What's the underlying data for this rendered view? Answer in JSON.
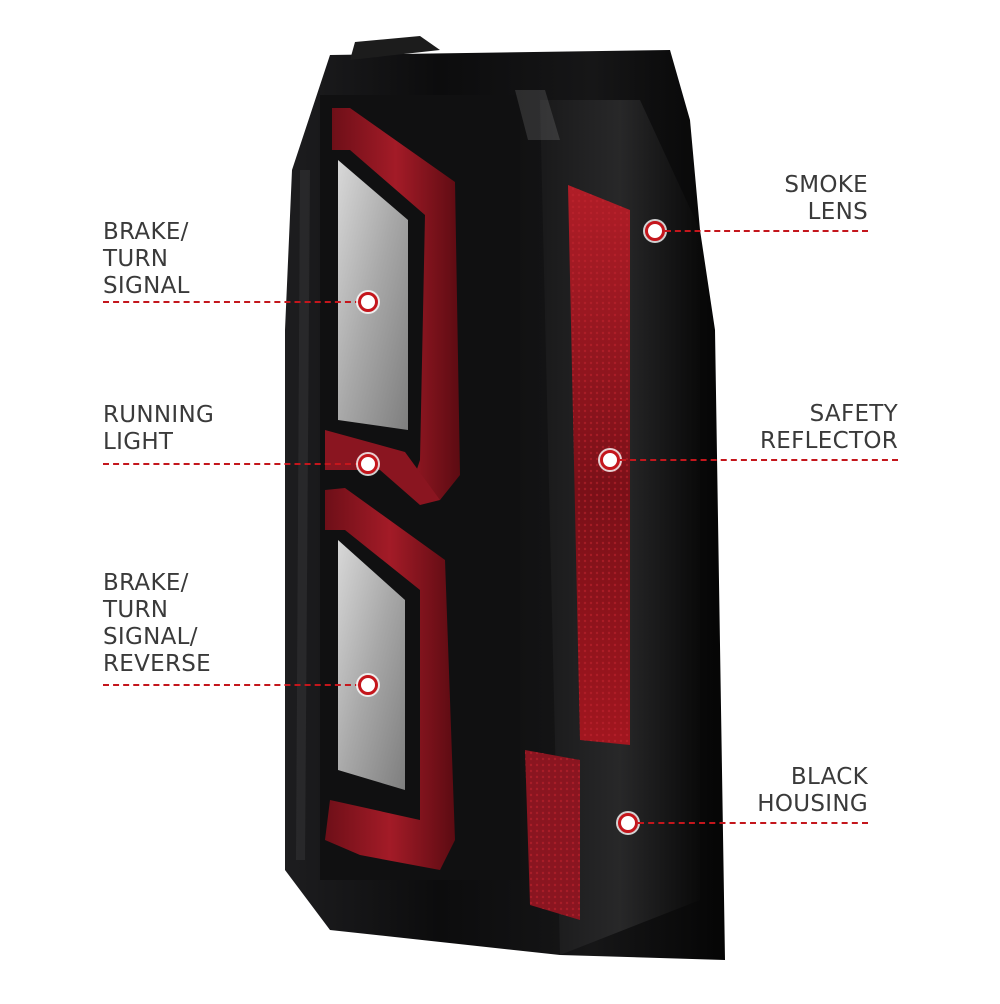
{
  "callouts": {
    "brake_turn": "BRAKE/\nTURN\nSIGNAL",
    "running": "RUNNING\nLIGHT",
    "brake_turn_reverse": "BRAKE/\nTURN\nSIGNAL/\nREVERSE",
    "smoke_lens": "SMOKE\nLENS",
    "safety_reflector": "SAFETY\nREFLECTOR",
    "black_housing": "BLACK\nHOUSING"
  },
  "colors": {
    "accent_red": "#c4161c",
    "housing": "#0b0b0c",
    "led_bar": "#8e1420",
    "reflector": "#9a1822",
    "clear_lens": "#b9b9b9",
    "label_text": "#3a3a3a"
  }
}
